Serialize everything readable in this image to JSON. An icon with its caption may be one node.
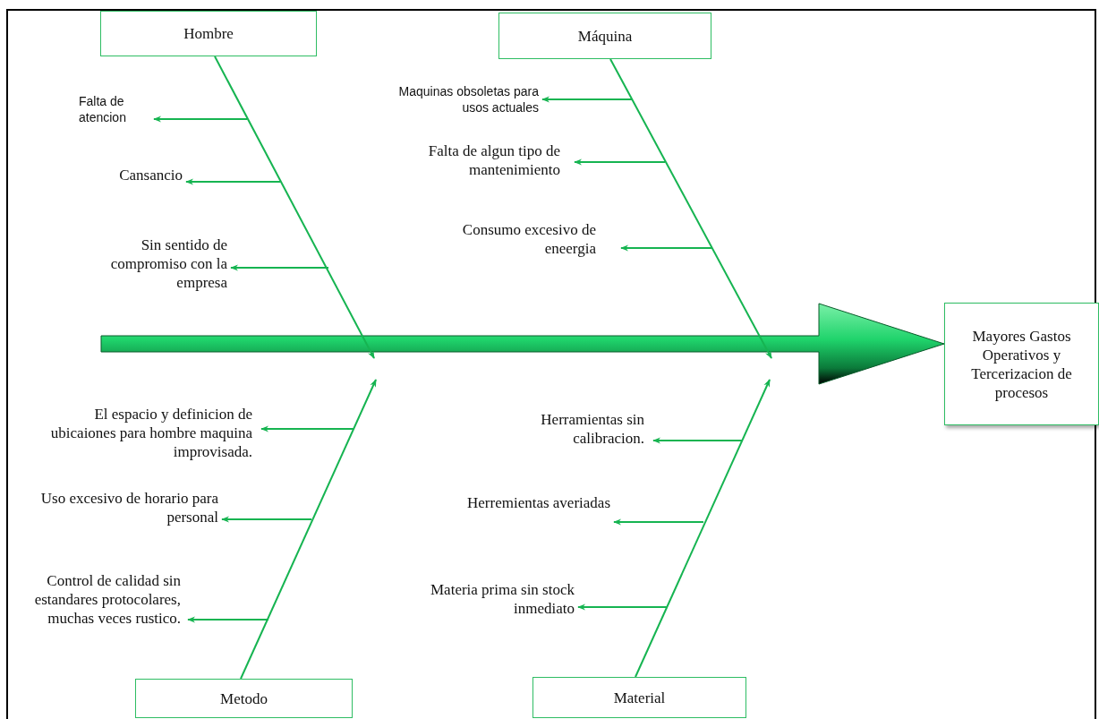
{
  "diagram": {
    "nodes": [
      {
        "text": [
          "Hombre"
        ]
      },
      {
        "text": [
          "Máquina"
        ]
      },
      {
        "text": [
          "Falta de atencion"
        ]
      },
      {
        "text": [
          "Cansancio"
        ]
      },
      {
        "text": [
          "Sin sentido de compromiso con la empresa"
        ]
      },
      {
        "text": [
          "Maquinas obsoletas para usos actuales"
        ]
      },
      {
        "text": [
          "Falta de algun tipo de mantenimiento"
        ]
      },
      {
        "text": [
          "Consumo excesivo de eneergia"
        ]
      },
      {
        "text": [
          "Mayores Gastos Operativos y Tercerizacion de procesos"
        ]
      },
      {
        "text": [
          "El espacio y definicion de ubicaiones para hombre maquina improvisada."
        ]
      },
      {
        "text": [
          "Uso excesivo de horario para personal"
        ]
      },
      {
        "text": [
          "Control de calidad sin estandares protocolares, muchas veces rustico."
        ]
      },
      {
        "text": [
          "Herramientas sin calibracion."
        ]
      },
      {
        "text": [
          "Herremientas averiadas"
        ]
      },
      {
        "text": [
          "Materia prima sin stock inmediato"
        ]
      },
      {
        "text": [
          "Metodo"
        ]
      },
      {
        "text": [
          "Material"
        ]
      }
    ],
    "edges": [
      {
        "from": null,
        "to": 8,
        "arrow": "to",
        "style": "thick"
      },
      {
        "from": 0,
        "to": null,
        "arrow": "to"
      },
      {
        "from": 1,
        "to": null,
        "arrow": "to"
      },
      {
        "from": 15,
        "to": null,
        "arrow": "to"
      },
      {
        "from": 16,
        "to": null,
        "arrow": "to"
      },
      {
        "from": null,
        "to": 2,
        "arrow": "to"
      },
      {
        "from": null,
        "to": 3,
        "arrow": "to"
      },
      {
        "from": null,
        "to": 4,
        "arrow": "to"
      },
      {
        "from": null,
        "to": 5,
        "arrow": "to"
      },
      {
        "from": null,
        "to": 6,
        "arrow": "to"
      },
      {
        "from": null,
        "to": 7,
        "arrow": "to"
      },
      {
        "from": null,
        "to": 9,
        "arrow": "to"
      },
      {
        "from": null,
        "to": 10,
        "arrow": "to"
      },
      {
        "from": null,
        "to": 11,
        "arrow": "to"
      },
      {
        "from": null,
        "to": 12,
        "arrow": "to"
      },
      {
        "from": null,
        "to": 13,
        "arrow": "to"
      },
      {
        "from": null,
        "to": 14,
        "arrow": "to"
      }
    ]
  }
}
